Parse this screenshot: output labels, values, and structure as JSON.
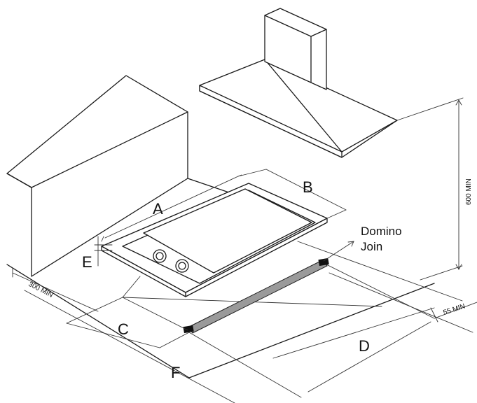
{
  "labels": {
    "a": "A",
    "b": "B",
    "c": "C",
    "d": "D",
    "e": "E",
    "f": "F",
    "domino_line1": "Domino",
    "domino_line2": "Join",
    "min_300": "300 MIN",
    "min_55": "55 MIN",
    "min_600": "600 MIN"
  }
}
